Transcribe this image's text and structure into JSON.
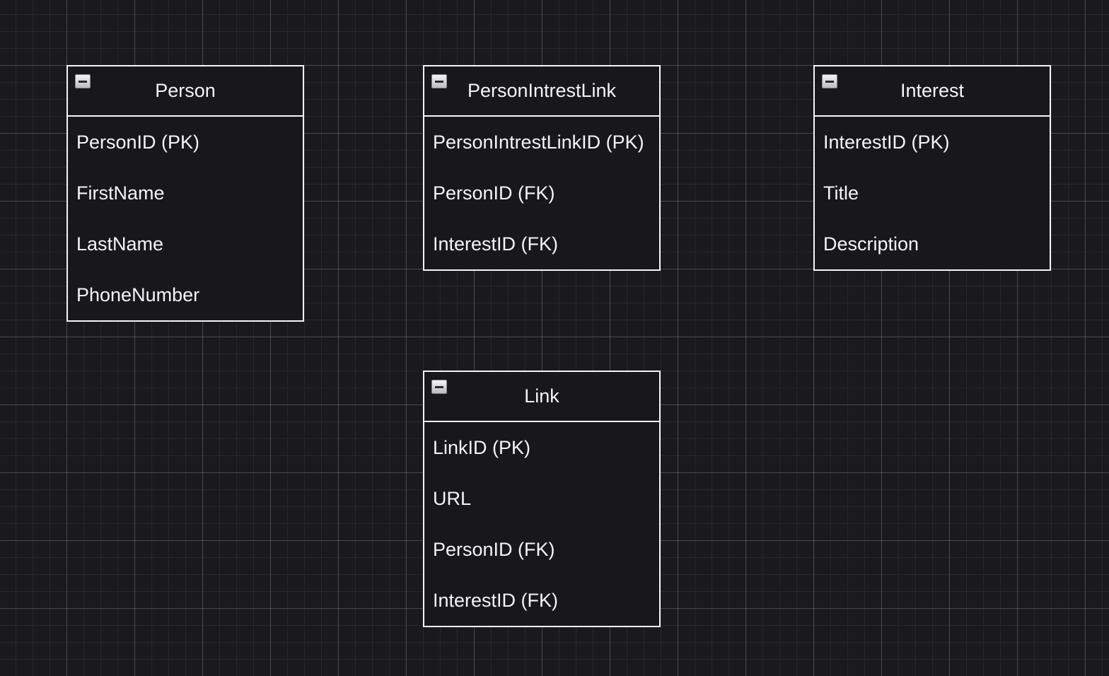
{
  "diagram": {
    "entities": [
      {
        "id": "person",
        "title": "Person",
        "fields": [
          "PersonID (PK)",
          "FirstName",
          "LastName",
          "PhoneNumber"
        ]
      },
      {
        "id": "person-intrest-link",
        "title": "PersonIntrestLink",
        "fields": [
          "PersonIntrestLinkID (PK)",
          "PersonID (FK)",
          "InterestID (FK)"
        ]
      },
      {
        "id": "interest",
        "title": "Interest",
        "fields": [
          "InterestID (PK)",
          "Title",
          "Description"
        ]
      },
      {
        "id": "link",
        "title": "Link",
        "fields": [
          "LinkID (PK)",
          "URL",
          "PersonID (FK)",
          "InterestID (FK)"
        ]
      }
    ]
  }
}
